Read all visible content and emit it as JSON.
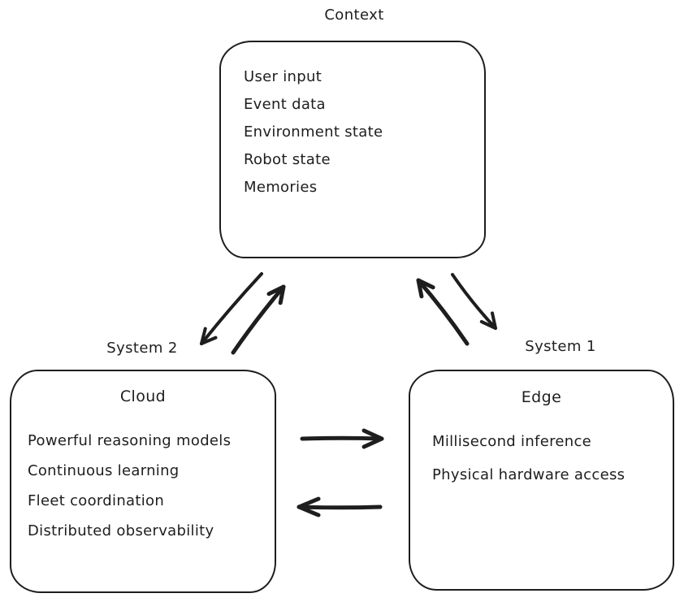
{
  "canvas": {
    "background": "#ffffff",
    "stroke_color": "#1e1e1e"
  },
  "nodes": {
    "context": {
      "label": "Context",
      "items": [
        "User input",
        "Event data",
        "Environment state",
        "Robot state",
        "Memories"
      ]
    },
    "system2": {
      "label": "System 2",
      "title": "Cloud",
      "items": [
        "Powerful reasoning models",
        "Continuous learning",
        "Fleet coordination",
        "Distributed observability"
      ]
    },
    "system1": {
      "label": "System 1",
      "title": "Edge",
      "items": [
        "Millisecond inference",
        "Physical hardware access"
      ]
    }
  },
  "edges": [
    {
      "from": "Context",
      "to": "System 2"
    },
    {
      "from": "System 2",
      "to": "Context"
    },
    {
      "from": "Context",
      "to": "System 1"
    },
    {
      "from": "System 1",
      "to": "Context"
    },
    {
      "from": "Cloud",
      "to": "Edge"
    },
    {
      "from": "Edge",
      "to": "Cloud"
    }
  ]
}
